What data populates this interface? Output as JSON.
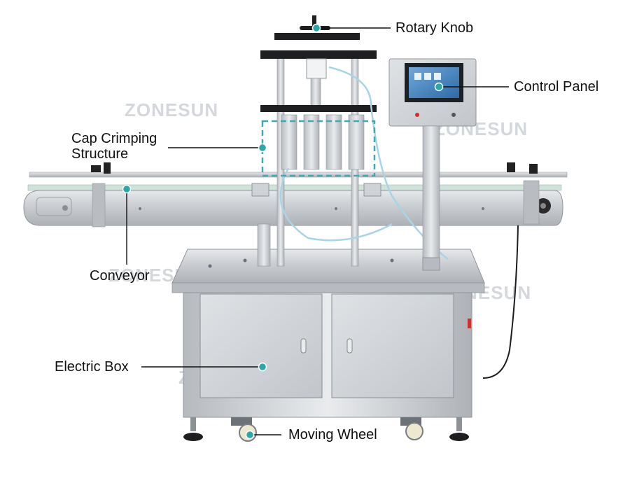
{
  "watermark": "ZONESUN",
  "labels": {
    "rotary_knob": "Rotary Knob",
    "control_panel": "Control Panel",
    "cap_crimping_line1": "Cap Crimping",
    "cap_crimping_line2": "Structure",
    "conveyor": "Conveyor",
    "electric_box": "Electric Box",
    "moving_wheel": "Moving Wheel"
  },
  "colors": {
    "marker": "#2aa7a7",
    "highlight_box": "#3fa9b5",
    "leader_line": "#111111",
    "steel": "#c9ccd0",
    "dark_part": "#1d1d1f"
  }
}
